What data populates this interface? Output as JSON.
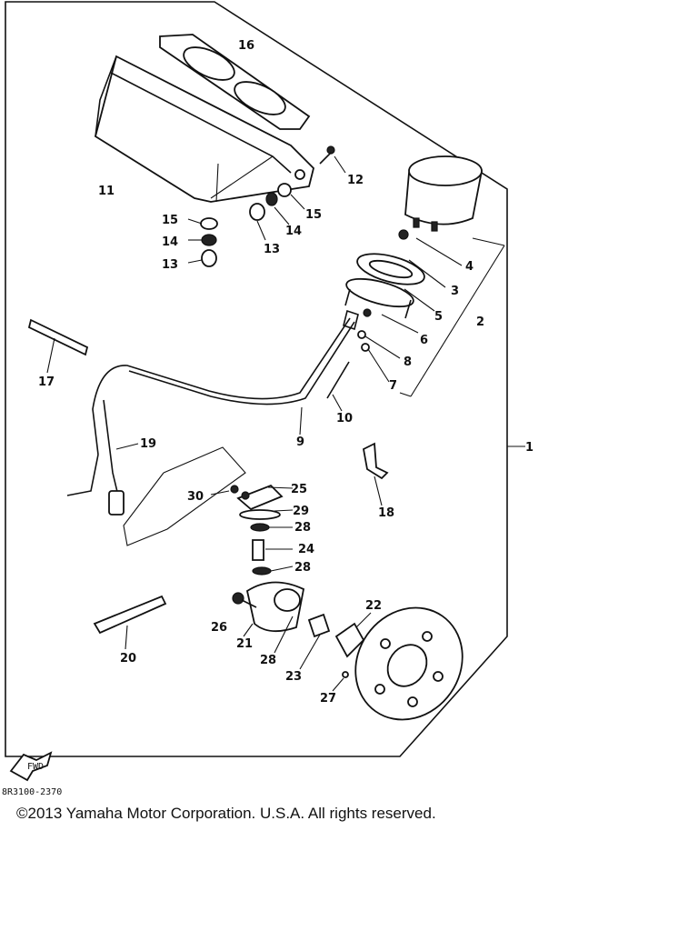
{
  "diagram": {
    "part_code": "8R3100-2370",
    "fwd_label": "FWD",
    "copyright": "©2013 Yamaha Motor Corporation. U.S.A. All rights reserved.",
    "callouts": [
      "1",
      "2",
      "3",
      "4",
      "5",
      "6",
      "7",
      "8",
      "9",
      "10",
      "11",
      "12",
      "13",
      "13",
      "14",
      "14",
      "15",
      "15",
      "16",
      "17",
      "18",
      "19",
      "20",
      "21",
      "22",
      "23",
      "24",
      "25",
      "26",
      "27",
      "28",
      "28",
      "28",
      "29",
      "30"
    ]
  }
}
